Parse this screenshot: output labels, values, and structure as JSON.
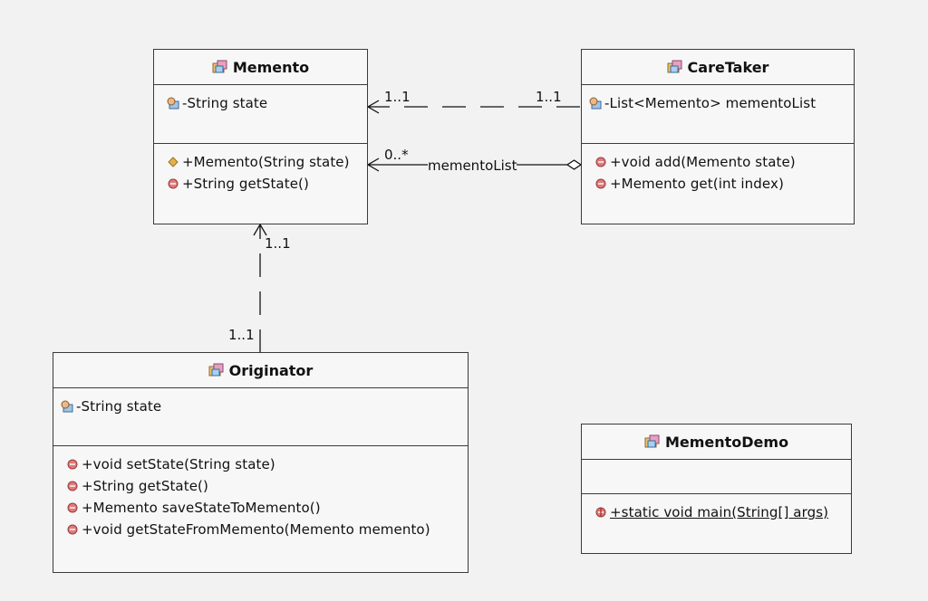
{
  "classes": {
    "memento": {
      "name": "Memento",
      "attributes": [
        "-String state"
      ],
      "operations": [
        "+Memento(String state)",
        "+String getState()"
      ]
    },
    "caretaker": {
      "name": "CareTaker",
      "attributes": [
        "-List<Memento> mementoList"
      ],
      "operations": [
        "+void add(Memento state)",
        "+Memento get(int index)"
      ]
    },
    "originator": {
      "name": "Originator",
      "attributes": [
        "-String state"
      ],
      "operations": [
        "+void setState(String state)",
        "+String getState()",
        "+Memento saveStateToMemento()",
        "+void getStateFromMemento(Memento memento)"
      ]
    },
    "mementodemo": {
      "name": "MementoDemo",
      "attributes": [],
      "operations": [
        "+static void main(String[] args)"
      ]
    }
  },
  "links": {
    "caretaker_memento_dep": {
      "source_mult": "1..1",
      "target_mult": "1..1"
    },
    "caretaker_memento_agg": {
      "target_mult": "0..*",
      "role": "mementoList"
    },
    "originator_memento_dep": {
      "source_mult": "1..1",
      "target_mult": "1..1"
    }
  },
  "colors": {
    "background": "#f2f2f2",
    "box_fill": "#f7f7f7",
    "border": "#3a3a3a",
    "method_icon": "#e07a7a",
    "constructor_icon": "#e3b24d",
    "field_icon": "#9ec6e6"
  }
}
